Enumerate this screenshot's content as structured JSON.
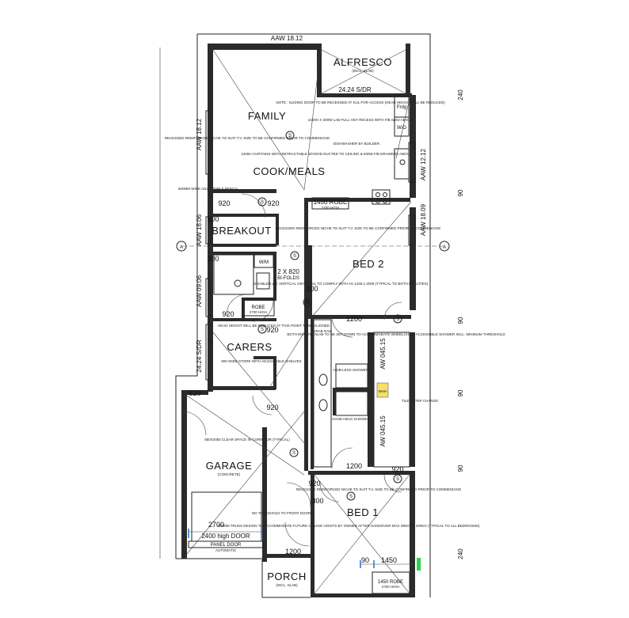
{
  "rooms": {
    "alfresco": "ALFRESCO",
    "alfresco_sub": "(INCL. SLAB)",
    "family": "FAMILY",
    "cook_meals": "COOK/MEALS",
    "breakout": "BREAKOUT",
    "bed2": "BED 2",
    "carers": "CARERS",
    "garage": "GARAGE",
    "garage_sub": "(CONCRETE)",
    "bed1": "BED 1",
    "porch": "PORCH",
    "porch_sub": "(INCL. SLAB)"
  },
  "labels": {
    "aaw_top": "AAW 18.12",
    "aaw_left_top": "AAW 18.12",
    "aaw_right_mid": "AAW 12.12",
    "aaw_right_bed2": "AAW 18.09",
    "aaw_left_breakout": "AAW 18.06",
    "aaw_left_carers": "AAW 09.06",
    "sdr_left": "24.24 S/DR",
    "sdr_alfresco": "24.24 S/DR",
    "aw_ens1": "AW 045.15",
    "aw_ens2": "AW 045.15",
    "robe_1450_top": "1450 ROBE",
    "robe_1450_top_sub": "2700 HIGH",
    "robe_carers": "ROBE",
    "robe_carers_sub": "2700 HIGH",
    "robe_bed1": "1450 ROBE",
    "robe_bed1_sub": "2700 HIGH",
    "bifolds": "2 X 820",
    "bifolds_sub": "BI-FOLDS",
    "wm": "W/M",
    "fridge": "Frdg",
    "wo": "W/O",
    "whh": "WHH",
    "panel_door": "PANEL DOOR",
    "panel_door_sub": "AUTOMATIC",
    "garage_door": "2400 high DOOR"
  },
  "dims": {
    "d920_1": "920",
    "d920_2": "920",
    "d920_3": "920",
    "d920_4": "920",
    "d920_5": "920",
    "d920_6": "920",
    "d920_7": "920",
    "d300_1": "300",
    "d300_2": "300",
    "d300_3": "300",
    "d300_4": "300",
    "d820": "820",
    "d1200_1": "1200",
    "d1200_2": "1200",
    "d1200_3": "1200",
    "d2700": "2700",
    "d90": "90",
    "d1450": "1450",
    "right_240_top": "240",
    "right_90_1": "90",
    "right_90_2": "90",
    "right_90_3": "90",
    "right_90_4": "90",
    "right_240_bottom": "240",
    "grid_a": "A"
  },
  "notes": {
    "n_alfresco": "NOTE : SLIDING DOOR TO BE RECESSED AT SUL FOR ACCESS (HEAD HEIGHT WILL BE REDUCED)",
    "n_lab": "2400H X 300W LAB FULL HGT RECESS WITH F/B S/HD ABOVE",
    "n_dishwasher": "DISHWASHER BY BUILDER",
    "n_retract": "2400H CURTAINS WITH RETRACTABLE S/HOOD DUCTED TO CEILING & 600W F/B DRAWERS ABOVE",
    "n_family": "RECESSED REINFORCED NICHE TO SUIT T.V. SIZE TO BE CONFIRMED PRIOR TO COMMENCING",
    "n_bench": "600MM WIDE ADJUSTABLE BENCH",
    "n_bed2": "RECESSED REINFORCED NICHE TO SUIT T.V. SIZE TO BE CONFIRMED PRIOR TO COMMENCING",
    "n_grab": "DISABLED WC VERTICAL GRAB RAIL TO COMPLY WITH AS 1428.1-2009 (TYPICAL TO BOTH ENSUITES)",
    "n_ensuite": "BOTH ENSUITE SLAB TO BE SET DOWN TO ACCOMMODATE WHEELCHAIR ACCESSIBLE SHOWER INCL. MINIMUM THRESHOLD",
    "n_carers_hgt": "HEAD HEIGHT WILL BE REDUCED AT THIS POINT TO BE ALIGNED",
    "n_carers": "900 WIDE STORE WITH ADJUSTABLE SHELVES",
    "n_clear": "850X2050 CLEAR SPACE IN CORRIDOR (TYPICAL)",
    "n_threshold": "NO THRESHOLD TO FRONT DOOR",
    "n_bed1": "RECESSED REINFORCED NICHE TO SUIT T.V. SIZE TO BE CONFIRMED PRIOR TO COMMENCING",
    "n_truss": "900MM TRUSS DESIGN TO ACCOMMODATE FUTURE CEILING HOISTS BY OWNER AFTER HANDOVER MAX WEIGHT 200KG (TYPICAL TO ALL BEDROOMS)",
    "n_tiled": "TILED STEP CHANGE",
    "n_grab_rail": "GRAB RAIL",
    "n_shower": "HOB-LESS SHOWER",
    "n_panel": "HAND HELD SHOWER"
  },
  "markers": {
    "s1": "S",
    "s2": "S",
    "s3": "S",
    "s4": "S",
    "s5": "S",
    "s6": "S",
    "s7": "S",
    "s8": "S",
    "s9": "S"
  }
}
